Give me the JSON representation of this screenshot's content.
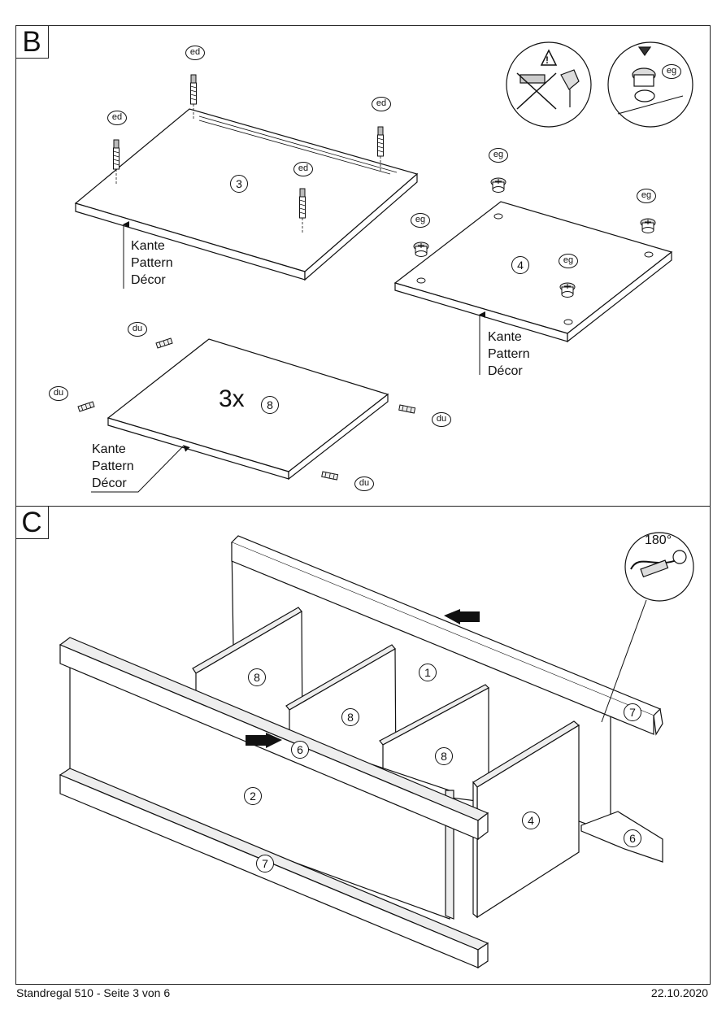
{
  "page": {
    "footer_left": "Standregal 510 - Seite 3 von 6",
    "footer_right": "22.10.2020"
  },
  "stepB": {
    "letter": "B",
    "part_codes": {
      "ed": "ed",
      "eg": "eg",
      "du": "du"
    },
    "panels": {
      "top": "3",
      "bottom": "4",
      "shelf": "8"
    },
    "shelf_qty": "3x",
    "edge_label": {
      "line1": "Kante",
      "line2": "Pattern",
      "line3": "Décor"
    }
  },
  "stepC": {
    "letter": "C",
    "rotation": "180°",
    "parts": {
      "back": "1",
      "front": "2",
      "side": "4",
      "shelf": "8",
      "rail_upper": "6",
      "rail_lower": "7"
    }
  }
}
